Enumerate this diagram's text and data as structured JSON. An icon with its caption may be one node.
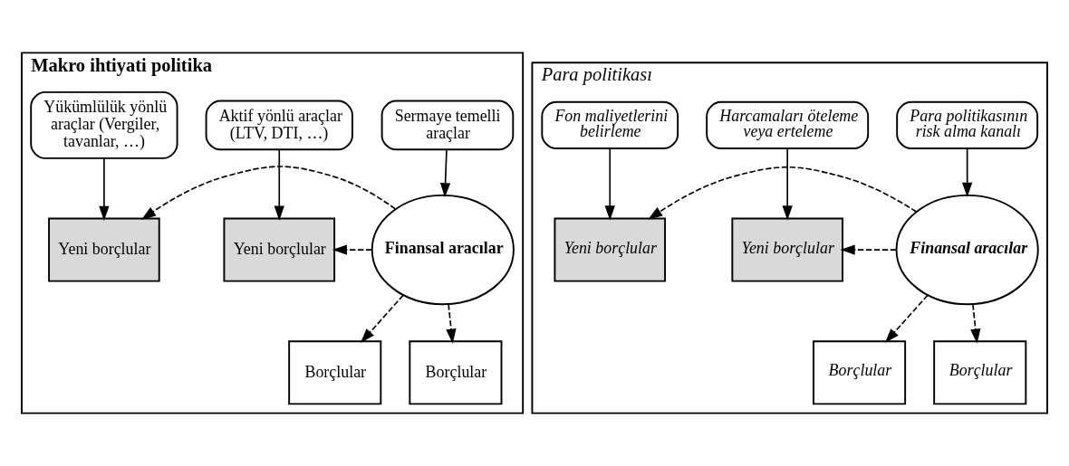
{
  "diagram": {
    "nodes": [
      {
        "text": [
          "Makro ihtiyati politika"
        ]
      },
      {
        "text": [
          "Sermaye temelli araçlar"
        ],
        "in": 0
      },
      {
        "text": [
          "Aktif yönlü araçlar (LTV, DTI, …)"
        ],
        "in": 0
      },
      {
        "text": [
          "Yükümlülük yönlü araçlar (Vergiler, tavanlar, …)"
        ],
        "in": 0
      },
      {
        "text": [
          "Finansal aracılar"
        ],
        "in": 0
      },
      {
        "text": [
          "Yeni borçlular"
        ],
        "in": 0
      },
      {
        "text": [
          "Borçlular"
        ],
        "in": 0
      },
      {
        "text": [
          "Yeni borçlular"
        ],
        "in": 0
      },
      {
        "text": [
          "Borçlular"
        ],
        "in": 0
      },
      {
        "text": [
          "Para politikası"
        ]
      },
      {
        "text": [
          "Para politikasının risk alma kanalı"
        ],
        "in": 9
      },
      {
        "text": [
          "Harcamaları öteleme veya erteleme"
        ],
        "in": 9
      },
      {
        "text": [
          "Fon maliyetlerini belirleme"
        ],
        "in": 9
      },
      {
        "text": [
          "Finansal aracılar"
        ],
        "in": 9
      },
      {
        "text": [
          "Yeni borçlular"
        ],
        "in": 9
      },
      {
        "text": [
          "Borçlular"
        ],
        "in": 9
      },
      {
        "text": [
          "Yeni borçlular"
        ],
        "in": 9
      },
      {
        "text": [
          "Borçlular"
        ],
        "in": 9
      }
    ],
    "edges": [
      {
        "from": 1,
        "to": 4,
        "arrow": "to"
      },
      {
        "from": 2,
        "to": 5,
        "arrow": "to"
      },
      {
        "from": 3,
        "to": 7,
        "arrow": "to"
      },
      {
        "from": 4,
        "to": 5,
        "arrow": "to",
        "style": "dashed"
      },
      {
        "from": 4,
        "to": 6,
        "arrow": "to",
        "style": "dashed"
      },
      {
        "from": 4,
        "to": 7,
        "arrow": "to",
        "style": "dashed"
      },
      {
        "from": 4,
        "to": 8,
        "arrow": "to",
        "style": "dashed"
      },
      {
        "from": 10,
        "to": 13,
        "arrow": "to"
      },
      {
        "from": 11,
        "to": 14,
        "arrow": "to"
      },
      {
        "from": 12,
        "to": 16,
        "arrow": "to"
      },
      {
        "from": 13,
        "to": 14,
        "arrow": "to",
        "style": "dashed"
      },
      {
        "from": 13,
        "to": 15,
        "arrow": "to",
        "style": "dashed"
      },
      {
        "from": 13,
        "to": 16,
        "arrow": "to",
        "style": "dashed"
      },
      {
        "from": 13,
        "to": 17,
        "arrow": "to",
        "style": "dashed"
      }
    ]
  }
}
